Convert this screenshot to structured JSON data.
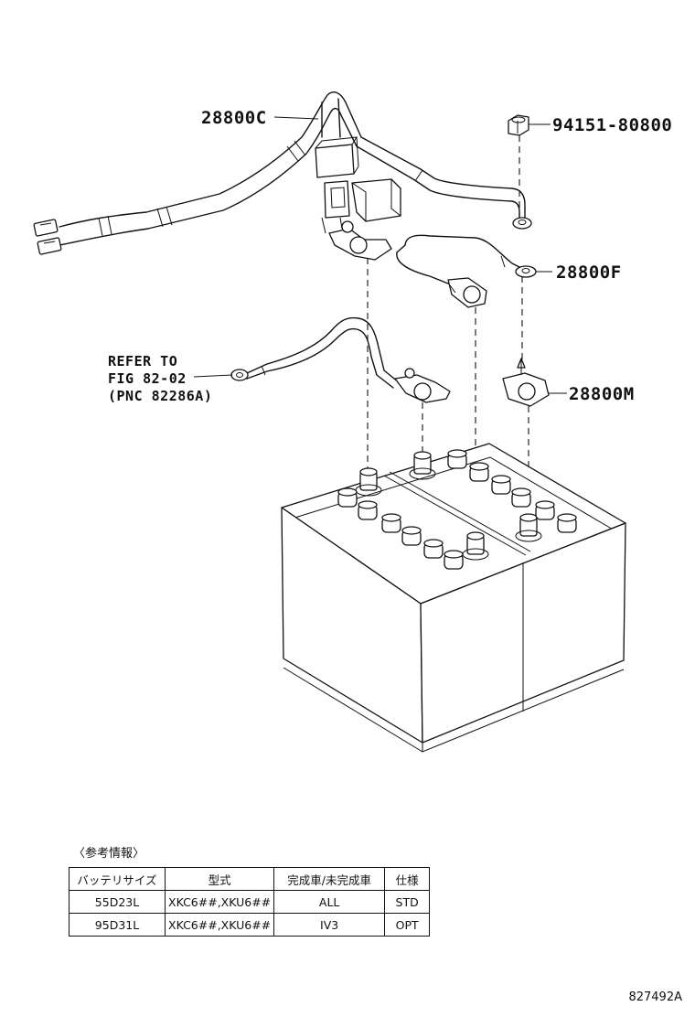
{
  "callouts": {
    "harness_main": "28800C",
    "nut": "94151-80800",
    "cable_f": "28800F",
    "terminal_m": "28800M"
  },
  "refer": {
    "line1": "REFER TO",
    "line2": "FIG 82-02",
    "line3": "(PNC 82286A)"
  },
  "caption": "〈参考情報〉",
  "table": {
    "headers": [
      "バッテリサイズ",
      "型式",
      "完成車/未完成車",
      "仕様"
    ],
    "rows": [
      [
        "55D23L",
        "XKC6##,XKU6##",
        "ALL",
        "STD"
      ],
      [
        "95D31L",
        "XKC6##,XKU6##",
        "IV3",
        "OPT"
      ]
    ]
  },
  "diagram_id": "827492A"
}
